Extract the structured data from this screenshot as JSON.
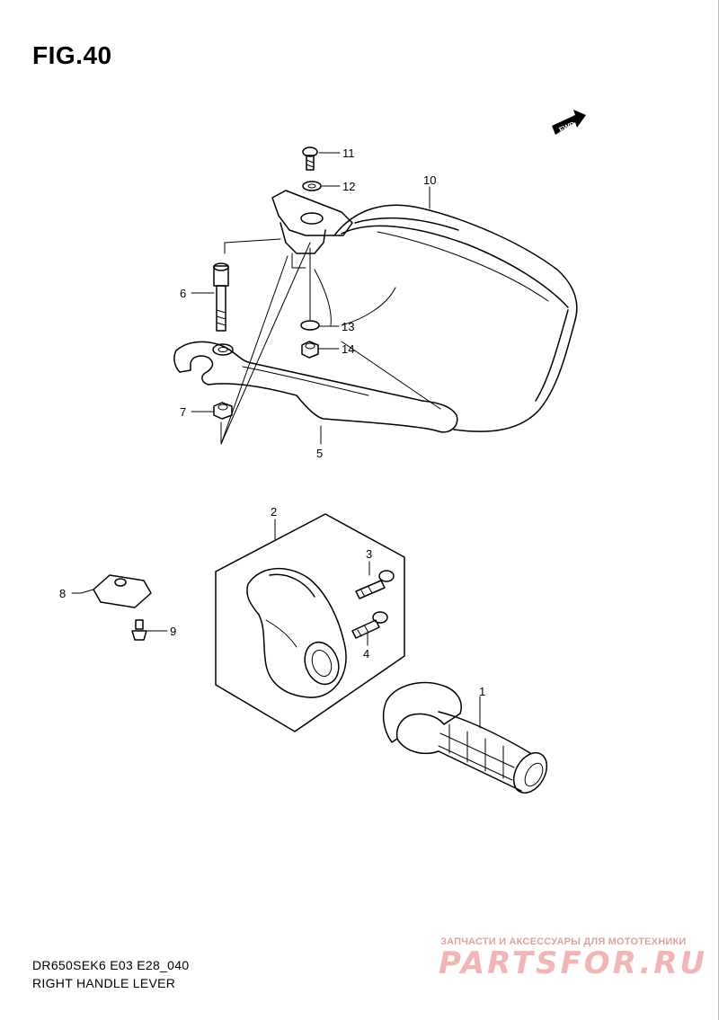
{
  "figure": {
    "title": "FIG.40",
    "model_code": "DR650SEK6 E03 E28_040",
    "section_name": "RIGHT HANDLE LEVER",
    "fwd_label": "FWD"
  },
  "callouts": [
    {
      "id": "1",
      "label": "1"
    },
    {
      "id": "2",
      "label": "2"
    },
    {
      "id": "3",
      "label": "3"
    },
    {
      "id": "4",
      "label": "4"
    },
    {
      "id": "5",
      "label": "5"
    },
    {
      "id": "6",
      "label": "6"
    },
    {
      "id": "7",
      "label": "7"
    },
    {
      "id": "8",
      "label": "8"
    },
    {
      "id": "9",
      "label": "9"
    },
    {
      "id": "10",
      "label": "10"
    },
    {
      "id": "11",
      "label": "11"
    },
    {
      "id": "12",
      "label": "12"
    },
    {
      "id": "13",
      "label": "13"
    },
    {
      "id": "14",
      "label": "14"
    }
  ],
  "watermark": {
    "tagline": "ЗАПЧАСТИ И АКСЕССУАРЫ ДЛЯ МОТОТЕХНИКИ",
    "logo_text": "PARTSFOR.RU",
    "color": "#f2b5b5"
  }
}
